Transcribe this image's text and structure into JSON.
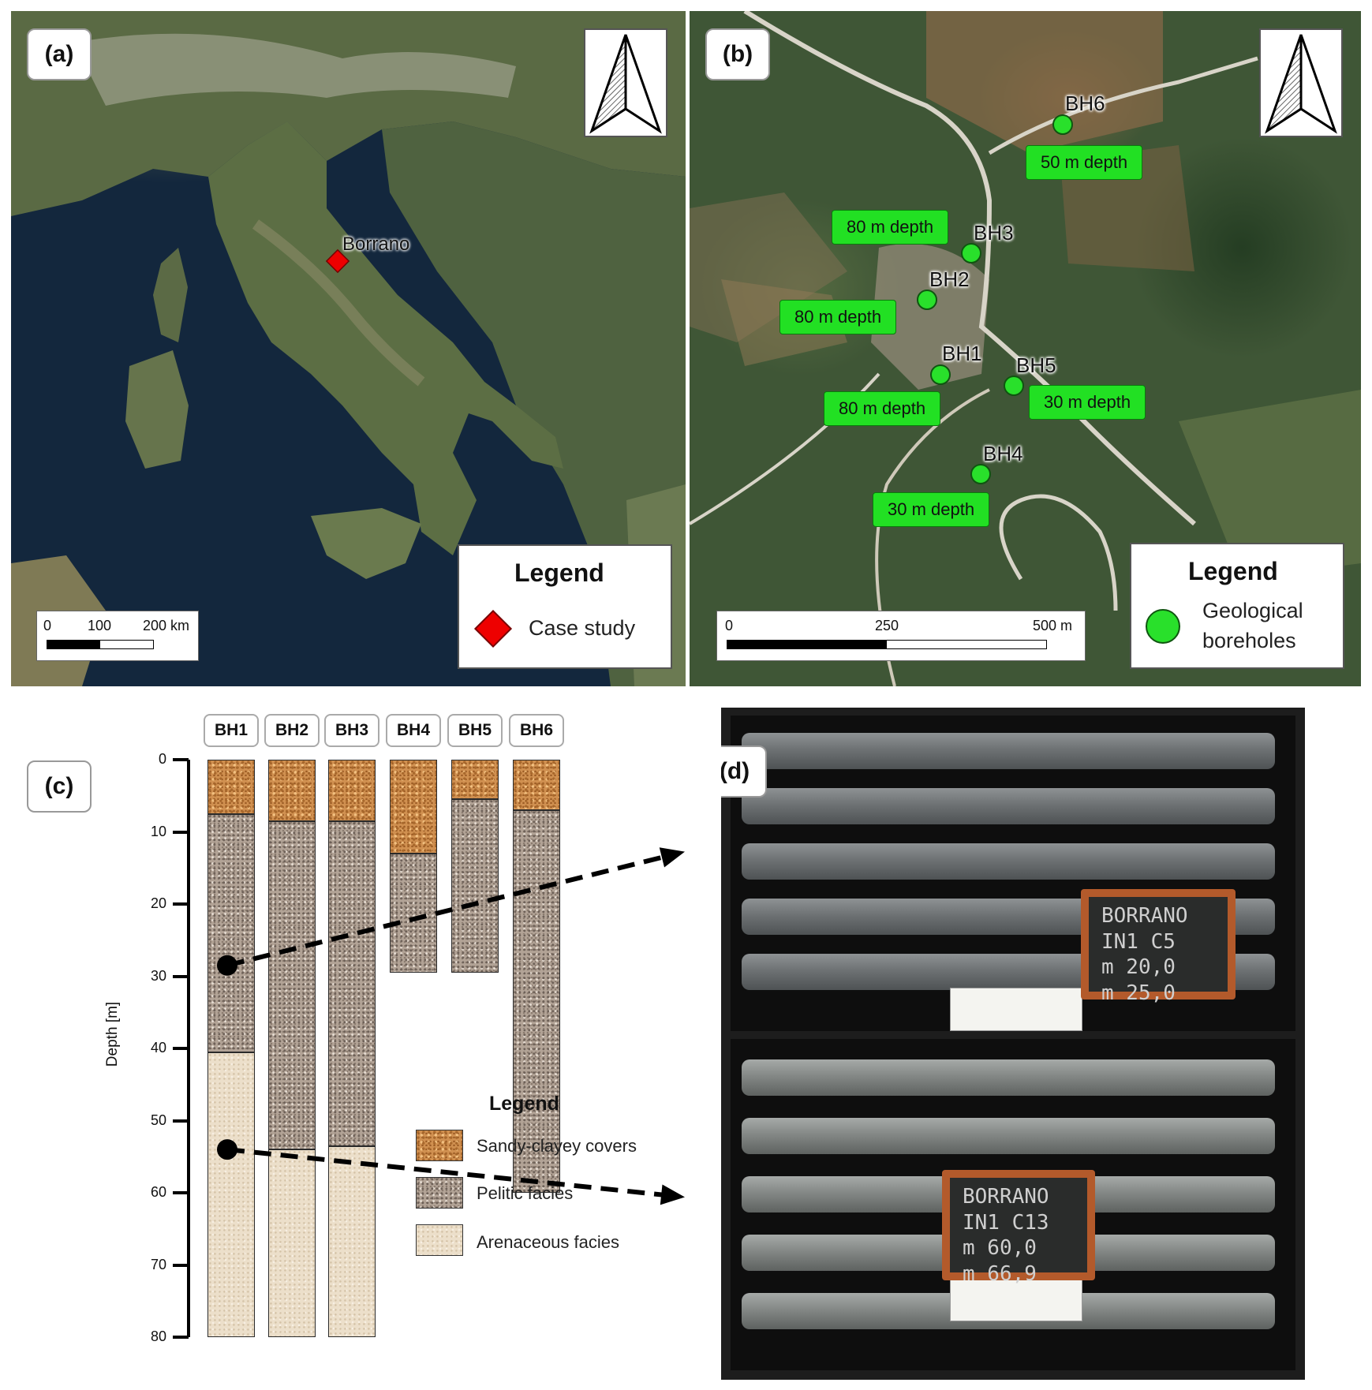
{
  "panel_a": {
    "label": "(a)",
    "place": "Borrano",
    "legend_title": "Legend",
    "legend_item": "Case study",
    "scale": {
      "t0": "0",
      "t1": "100",
      "t2": "200 km",
      "filled_fraction": 0.5
    }
  },
  "panel_b": {
    "label": "(b)",
    "legend_title": "Legend",
    "legend_item_line1": "Geological",
    "legend_item_line2": "boreholes",
    "scale": {
      "t0": "0",
      "t1": "250",
      "t2": "500 m",
      "filled_fraction": 0.5
    },
    "boreholes": [
      {
        "name": "BH6",
        "depth": "50 m depth"
      },
      {
        "name": "BH3",
        "depth": "80 m depth"
      },
      {
        "name": "BH2",
        "depth": "80 m depth"
      },
      {
        "name": "BH1",
        "depth": "80 m depth"
      },
      {
        "name": "BH5",
        "depth": "30 m depth"
      },
      {
        "name": "BH4",
        "depth": "30 m depth"
      }
    ],
    "dot_color": "#29e02b"
  },
  "panel_c": {
    "label": "(c)",
    "ylabel": "Depth [m]",
    "yticks": [
      "0",
      "10",
      "20",
      "30",
      "40",
      "50",
      "60",
      "70",
      "80"
    ],
    "columns": [
      {
        "name": "BH1",
        "layers": [
          {
            "type": "sandy",
            "top": 0,
            "bottom": 7.5
          },
          {
            "type": "pelitic",
            "top": 7.5,
            "bottom": 40.5
          },
          {
            "type": "arena",
            "top": 40.5,
            "bottom": 80
          }
        ]
      },
      {
        "name": "BH2",
        "layers": [
          {
            "type": "sandy",
            "top": 0,
            "bottom": 8.5
          },
          {
            "type": "pelitic",
            "top": 8.5,
            "bottom": 54
          },
          {
            "type": "arena",
            "top": 54,
            "bottom": 80
          }
        ]
      },
      {
        "name": "BH3",
        "layers": [
          {
            "type": "sandy",
            "top": 0,
            "bottom": 8.5
          },
          {
            "type": "pelitic",
            "top": 8.5,
            "bottom": 53.5
          },
          {
            "type": "arena",
            "top": 53.5,
            "bottom": 80
          }
        ]
      },
      {
        "name": "BH4",
        "layers": [
          {
            "type": "sandy",
            "top": 0,
            "bottom": 13
          },
          {
            "type": "pelitic",
            "top": 13,
            "bottom": 29.5
          }
        ]
      },
      {
        "name": "BH5",
        "layers": [
          {
            "type": "sandy",
            "top": 0,
            "bottom": 5.5
          },
          {
            "type": "pelitic",
            "top": 5.5,
            "bottom": 29.5
          }
        ]
      },
      {
        "name": "BH6",
        "layers": [
          {
            "type": "sandy",
            "top": 0,
            "bottom": 7
          },
          {
            "type": "pelitic",
            "top": 7,
            "bottom": 60
          }
        ]
      }
    ],
    "markers": [
      {
        "depth": 28.5
      },
      {
        "depth": 54
      }
    ],
    "legend_title": "Legend",
    "legend_items": [
      "Sandy-clayey covers",
      "Pelitic facies",
      "Arenaceous facies"
    ],
    "colors": {
      "sandy": "#d09050",
      "pelitic": "#b2a396",
      "arena": "#ecdfca"
    }
  },
  "panel_d": {
    "label": "(d)",
    "slate1": [
      "BORRANO",
      "IN1  C5",
      "m 20,0",
      "m 25,0"
    ],
    "slate2": [
      "BORRANO",
      "IN1  C13",
      "m 60,0",
      "m 66,9"
    ]
  }
}
